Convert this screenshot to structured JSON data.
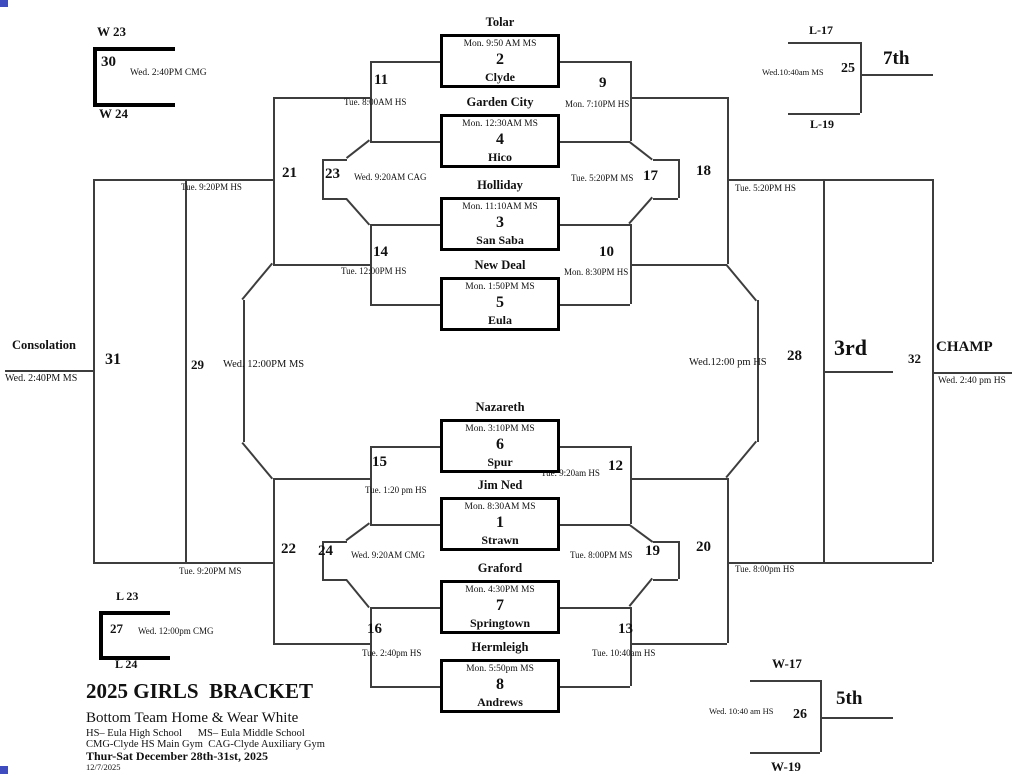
{
  "colors": {
    "line": "#3d3d3d",
    "box_border": "#000000",
    "artifact_blue": "#3f4cc0"
  },
  "games": [
    {
      "num": "2",
      "top": "Tolar",
      "time": "Mon. 9:50 AM MS",
      "bottom": "Clyde"
    },
    {
      "num": "4",
      "top": "Garden City",
      "time": "Mon. 12:30AM MS",
      "bottom": "Hico"
    },
    {
      "num": "3",
      "top": "Holliday",
      "time": "Mon. 11:10AM MS",
      "bottom": "San Saba"
    },
    {
      "num": "5",
      "top": "New Deal",
      "time": "Mon. 1:50PM MS",
      "bottom": "Eula"
    },
    {
      "num": "6",
      "top": "Nazareth",
      "time": "Mon. 3:10PM MS",
      "bottom": "Spur"
    },
    {
      "num": "1",
      "top": "Jim Ned",
      "time": "Mon. 8:30AM MS",
      "bottom": "Strawn"
    },
    {
      "num": "7",
      "top": "Graford",
      "time": "Mon. 4:30PM MS",
      "bottom": "Springtown"
    },
    {
      "num": "8",
      "top": "Hermleigh",
      "time": "Mon. 5:50pm MS",
      "bottom": "Andrews"
    }
  ],
  "conn": {
    "g9": {
      "num": "9",
      "time": "Mon. 7:10PM HS"
    },
    "g10": {
      "num": "10",
      "time": "Mon. 8:30PM HS"
    },
    "g11": {
      "num": "11",
      "time": "Tue. 8:00AM HS"
    },
    "g12": {
      "num": "12",
      "time": "Tue. 9:20am HS"
    },
    "g13": {
      "num": "13",
      "time": "Tue. 10:40am HS"
    },
    "g14": {
      "num": "14",
      "time": "Tue. 12:00PM HS"
    },
    "g15": {
      "num": "15",
      "time": "Tue. 1:20 pm HS"
    },
    "g16": {
      "num": "16",
      "time": "Tue. 2:40pm HS"
    },
    "g17": {
      "num": "17",
      "time": "Tue. 5:20PM MS"
    },
    "g18": {
      "num": "18",
      "time": "Tue. 5:20PM HS"
    },
    "g19": {
      "num": "19",
      "time": "Tue. 8:00PM MS"
    },
    "g20": {
      "num": "20",
      "time": "Tue. 8:00pm HS"
    },
    "g21": {
      "num": "21",
      "time": "Tue. 9:20PM HS"
    },
    "g22": {
      "num": "22",
      "time": "Tue. 9:20PM MS"
    },
    "g23": {
      "num": "23",
      "time": "Wed. 9:20AM CAG"
    },
    "g24": {
      "num": "24",
      "time": "Wed. 9:20AM CMG"
    }
  },
  "center": {
    "g31": {
      "num": "31",
      "label": "Consolation",
      "time": "Wed.  2:40PM MS"
    },
    "g29": {
      "num": "29",
      "time": "Wed. 12:00PM  MS"
    },
    "g28": {
      "num": "28",
      "time": "Wed.12:00 pm   HS"
    },
    "third_label": "3rd",
    "g32": {
      "num": "32",
      "label": "CHAMP",
      "time": "Wed. 2:40 pm  HS"
    }
  },
  "corners": {
    "g30": {
      "top": "W 23",
      "num": "30",
      "time": "Wed. 2:40PM CMG",
      "bottom": "W 24"
    },
    "g27": {
      "top": "L 23",
      "num": "27",
      "time": "Wed. 12:00pm CMG",
      "bottom": "L 24"
    },
    "g25": {
      "top": "L-17",
      "num": "25",
      "time": "Wed.10:40am MS",
      "place": "7th",
      "bottom": "L-19"
    },
    "g26": {
      "top": "W-17",
      "num": "26",
      "time": "Wed. 10:40 am  HS",
      "place": "5th",
      "bottom": "W-19"
    }
  },
  "footer": {
    "title": "2025 GIRLS  BRACKET",
    "note": "Bottom Team Home & Wear White",
    "legend1": "HS– Eula High School      MS– Eula Middle School",
    "legend2": "CMG-Clyde HS Main Gym  CAG-Clyde Auxiliary Gym",
    "dates": "Thur-Sat December 28th-31st, 2025",
    "revised": "12/7/2025"
  }
}
